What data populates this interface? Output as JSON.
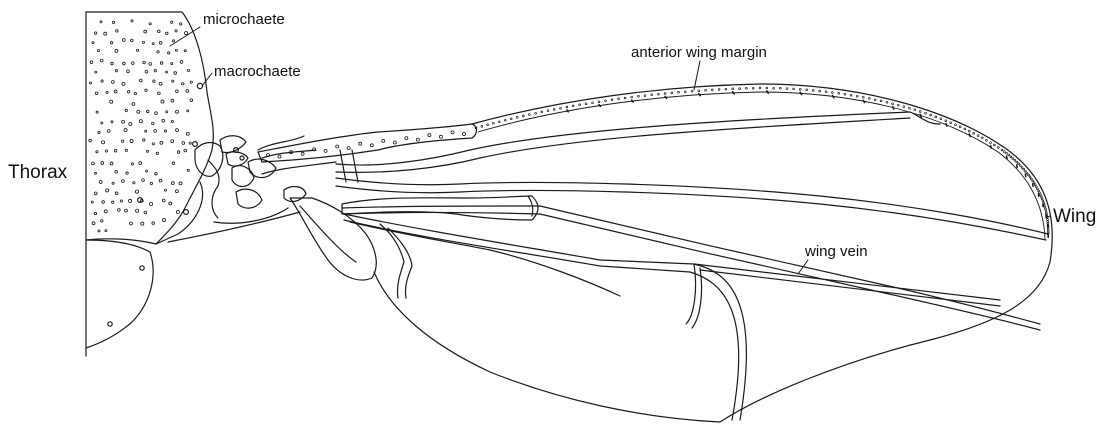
{
  "labels": {
    "thorax": "Thorax",
    "wing": "Wing",
    "microchaete": "microchaete",
    "macrochaete": "macrochaete",
    "anterior_wing_margin": "anterior wing margin",
    "wing_vein": "wing vein"
  },
  "colors": {
    "line": "#1a1a1a",
    "background": "#ffffff"
  }
}
